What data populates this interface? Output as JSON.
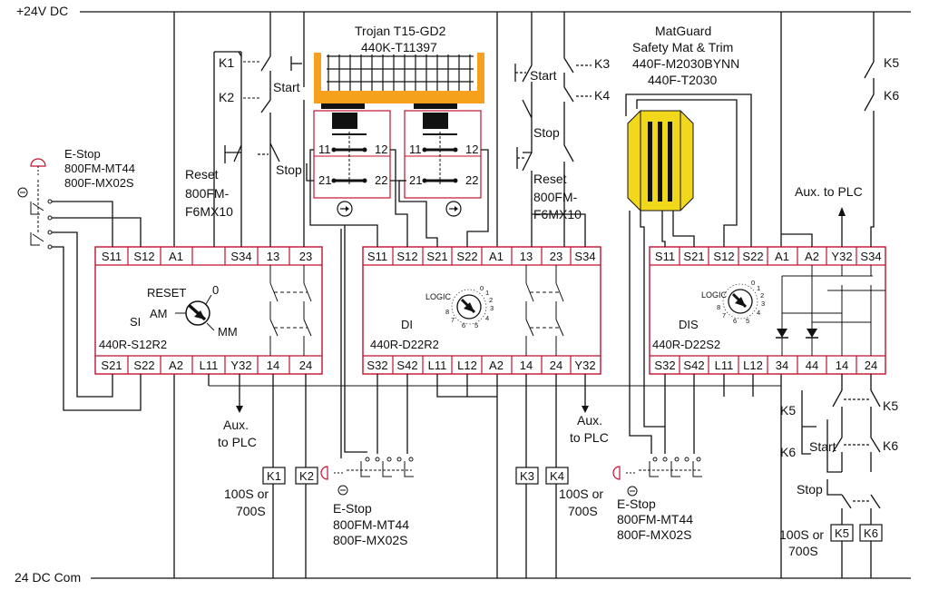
{
  "rails": {
    "top": "+24V DC",
    "bottom": "24 DC Com"
  },
  "colors": {
    "wire": "#111111",
    "module_border": "#c2122e",
    "gate_fill": "#f5a11b",
    "mat_fill": "#f2d81a",
    "background": "#ffffff"
  },
  "si": {
    "top_terminals": [
      "S11",
      "S12",
      "A1",
      "",
      "S34",
      "13",
      "23"
    ],
    "bottom_terminals": [
      "S21",
      "S22",
      "A2",
      "L11",
      "Y32",
      "14",
      "24"
    ],
    "reset_label": "RESET",
    "am_label": "AM",
    "mm_label": "MM",
    "zero_label": "0",
    "name": "SI",
    "part": "440R-S12R2"
  },
  "di": {
    "top_terminals": [
      "S11",
      "S12",
      "S21",
      "S22",
      "A1",
      "13",
      "23",
      "S34"
    ],
    "bottom_terminals": [
      "S32",
      "S42",
      "L11",
      "L12",
      "A2",
      "14",
      "24",
      "Y32"
    ],
    "logic_label": "LOGIC",
    "logic_digits": [
      "0",
      "1",
      "2",
      "3",
      "4",
      "5",
      "6",
      "7",
      "8"
    ],
    "name": "DI",
    "part": "440R-D22R2"
  },
  "dis": {
    "top_terminals": [
      "S11",
      "S21",
      "S12",
      "S22",
      "A1",
      "A2",
      "Y32",
      "S34"
    ],
    "bottom_terminals": [
      "S32",
      "S42",
      "L11",
      "L12",
      "34",
      "44",
      "14",
      "24"
    ],
    "logic_label": "LOGIC",
    "logic_digits": [
      "0",
      "1",
      "2",
      "3",
      "4",
      "5",
      "6",
      "7",
      "8"
    ],
    "name": "DIS",
    "part": "440R-D22S2"
  },
  "estop_left": {
    "title": "E-Stop",
    "part1": "800FM-MT44",
    "part2": "800F-MX02S"
  },
  "estop_mid": {
    "title": "E-Stop",
    "part1": "800FM-MT44",
    "part2": "800F-MX02S"
  },
  "estop_right": {
    "title": "E-Stop",
    "part1": "800FM-MT44",
    "part2": "800F-MX02S"
  },
  "reset_left": {
    "title": "Reset",
    "part1": "800FM-",
    "part2": "F6MX10"
  },
  "reset_mid": {
    "title": "Reset",
    "part1": "800FM-",
    "part2": "F6MX10"
  },
  "start_label": "Start",
  "stop_label": "Stop",
  "gate": {
    "title": "Trojan T15-GD2",
    "part": "440K-T11397",
    "contact_11": "11",
    "contact_12": "12",
    "contact_21": "21",
    "contact_22": "22"
  },
  "mat": {
    "title": "MatGuard",
    "subtitle": "Safety Mat & Trim",
    "part1": "440F-M2030BYNN",
    "part2": "440F-T2030"
  },
  "aux": {
    "line1": "Aux.",
    "line2": "to PLC",
    "dis_label": "Aux. to PLC"
  },
  "relays": {
    "k1": "K1",
    "k2": "K2",
    "k3": "K3",
    "k4": "K4",
    "k5": "K5",
    "k6": "K6"
  },
  "relay_type": {
    "line1": "100S or",
    "line2": "700S"
  }
}
